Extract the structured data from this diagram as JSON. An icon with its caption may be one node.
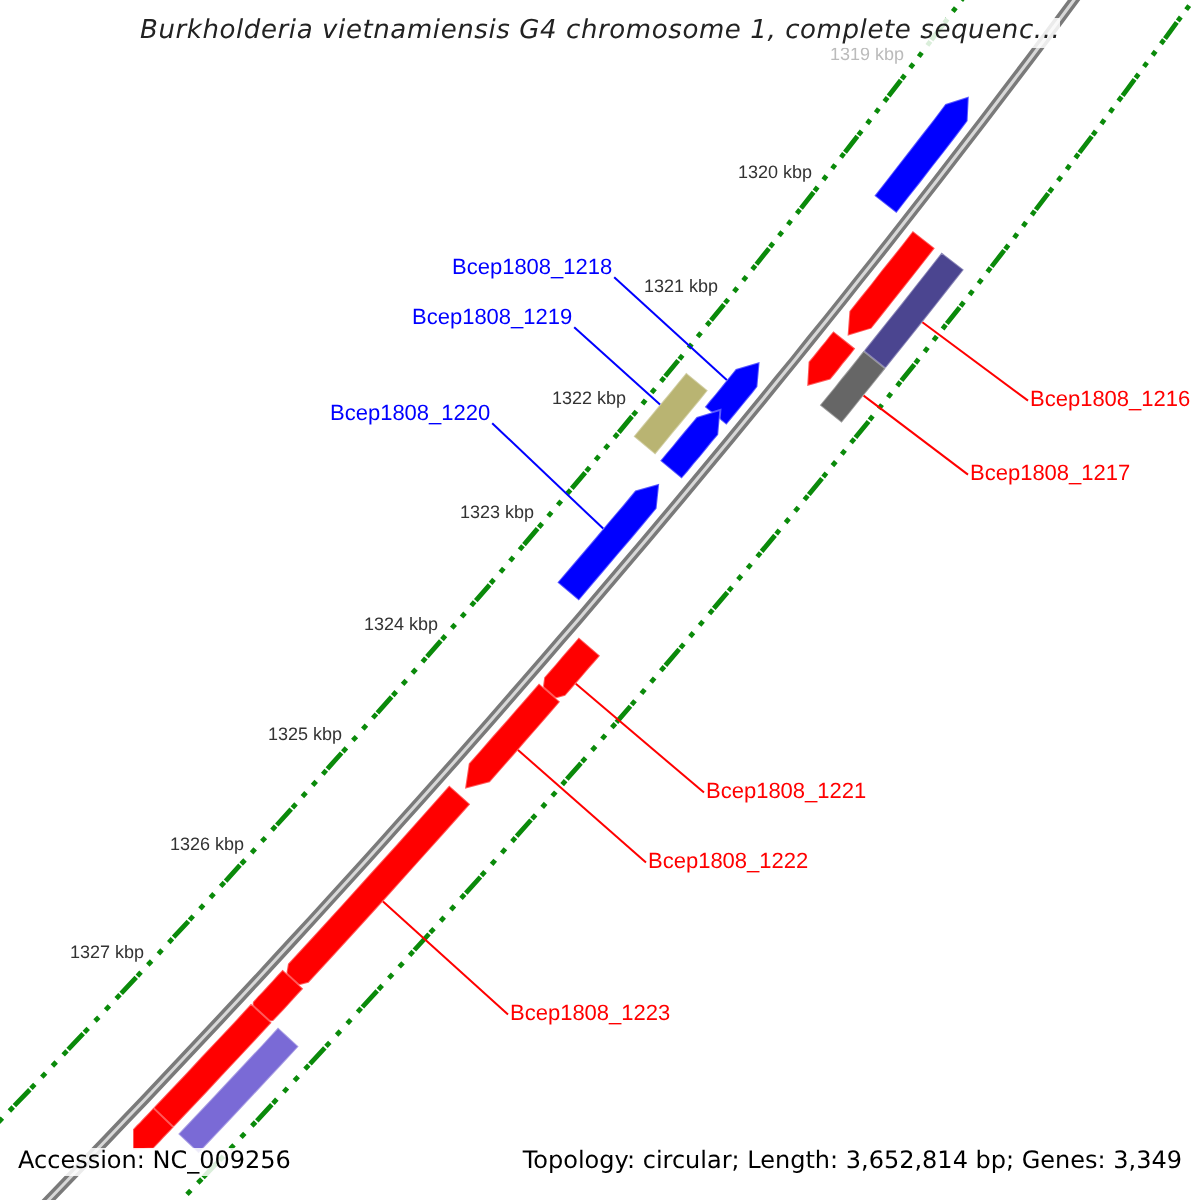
{
  "diagram": {
    "title": "Burkholderia vietnamiensis G4 chromosome 1, complete sequenc...",
    "nodes": [
      {
        "text": [],
        "shape": "arrow"
      },
      {
        "text": [],
        "shape": "arrow"
      },
      {
        "text": [],
        "shape": "box"
      },
      {
        "text": [
          "Bcep1808_1218"
        ]
      },
      {
        "text": [
          "Bcep1808_1219"
        ]
      },
      {
        "text": [],
        "shape": "arrow"
      },
      {
        "text": [],
        "shape": "arrow"
      },
      {
        "text": [],
        "shape": "box"
      },
      {
        "text": [
          "Bcep1808_1216"
        ]
      },
      {
        "text": [],
        "shape": "box"
      },
      {
        "text": [],
        "shape": "arrow"
      },
      {
        "text": [
          "Bcep1808_1220"
        ]
      },
      {
        "text": [
          "Bcep1808_1217"
        ]
      },
      {
        "text": [],
        "shape": "arrow"
      },
      {
        "text": [],
        "shape": "arrow"
      },
      {
        "text": [],
        "shape": "arrow"
      },
      {
        "text": [
          "Bcep1808_1221"
        ]
      },
      {
        "text": [
          "Bcep1808_1222"
        ]
      },
      {
        "text": [],
        "shape": "arrow"
      },
      {
        "text": [
          "Bcep1808_1223"
        ]
      },
      {
        "text": [],
        "shape": "arrow"
      },
      {
        "text": [],
        "shape": "arrow"
      },
      {
        "text": [],
        "shape": "box"
      },
      {
        "text": [],
        "shape": "arrow"
      }
    ],
    "edges": [
      {
        "from": 3,
        "to": 6,
        "arrow": "none",
        "color": "#0000ff"
      },
      {
        "from": 4,
        "to": 7,
        "arrow": "none",
        "color": "#0000ff"
      },
      {
        "from": 11,
        "to": 13,
        "arrow": "none",
        "color": "#0000ff"
      },
      {
        "from": 8,
        "to": 2,
        "arrow": "none"
      },
      {
        "from": 12,
        "to": 9,
        "arrow": "none"
      },
      {
        "from": 16,
        "to": 14,
        "arrow": "none"
      },
      {
        "from": 17,
        "to": 15,
        "arrow": "none"
      },
      {
        "from": 19,
        "to": 18,
        "arrow": "none"
      }
    ],
    "labels": [
      "1319 kbp",
      "1320 kbp",
      "1321 kbp",
      "1322 kbp",
      "1323 kbp",
      "1324 kbp",
      "1325 kbp",
      "1326 kbp",
      "1327 kbp",
      "Accession: NC_009256",
      "Topology: circular; Length: 3,652,814 bp; Genes: 3,349"
    ]
  }
}
